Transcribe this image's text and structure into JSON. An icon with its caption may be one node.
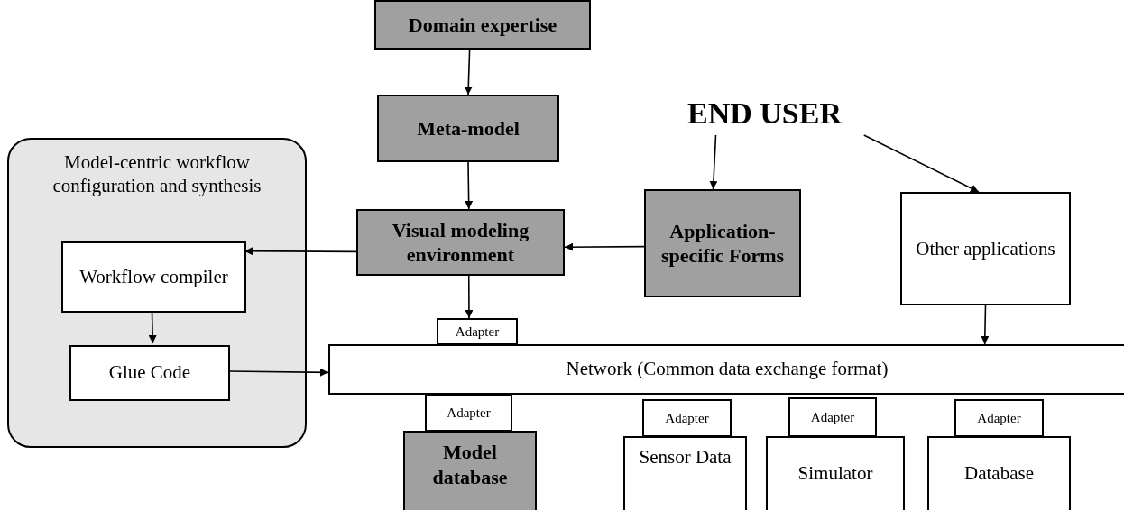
{
  "diagram": {
    "nodes": [
      {
        "text": [
          "Domain expertise"
        ]
      },
      {
        "text": [
          "Meta-model"
        ]
      },
      {
        "text": [
          "END USER"
        ]
      },
      {
        "text": [
          "Model-centric workflow configuration and synthesis"
        ]
      },
      {
        "text": [
          "Workflow compiler"
        ],
        "in": 3
      },
      {
        "text": [
          "Glue Code"
        ],
        "in": 3
      },
      {
        "text": [
          "Visual modeling environment"
        ]
      },
      {
        "text": [
          "Application-specific Forms"
        ]
      },
      {
        "text": [
          "Other applications"
        ]
      },
      {
        "text": [
          "Adapter"
        ]
      },
      {
        "text": [
          "Network (Common data exchange format)"
        ]
      },
      {
        "text": [
          "Adapter"
        ]
      },
      {
        "text": [
          "Model database"
        ]
      },
      {
        "text": [
          "Adapter"
        ]
      },
      {
        "text": [
          "Sensor Data"
        ]
      },
      {
        "text": [
          "Adapter"
        ]
      },
      {
        "text": [
          "Simulator"
        ]
      },
      {
        "text": [
          "Adapter"
        ]
      },
      {
        "text": [
          "Database"
        ]
      }
    ],
    "edges": [
      {
        "from": 0,
        "to": 1,
        "arrow": "to"
      },
      {
        "from": 1,
        "to": 6,
        "arrow": "to"
      },
      {
        "from": 6,
        "to": 4,
        "arrow": "to"
      },
      {
        "from": 4,
        "to": 5,
        "arrow": "to"
      },
      {
        "from": 5,
        "to": 10,
        "arrow": "to"
      },
      {
        "from": 6,
        "to": 9,
        "arrow": "to"
      },
      {
        "from": 7,
        "to": 6,
        "arrow": "to"
      },
      {
        "from": 2,
        "to": 7,
        "arrow": "to"
      },
      {
        "from": 2,
        "to": 8,
        "arrow": "to"
      },
      {
        "from": 8,
        "to": 10,
        "arrow": "to"
      }
    ]
  }
}
